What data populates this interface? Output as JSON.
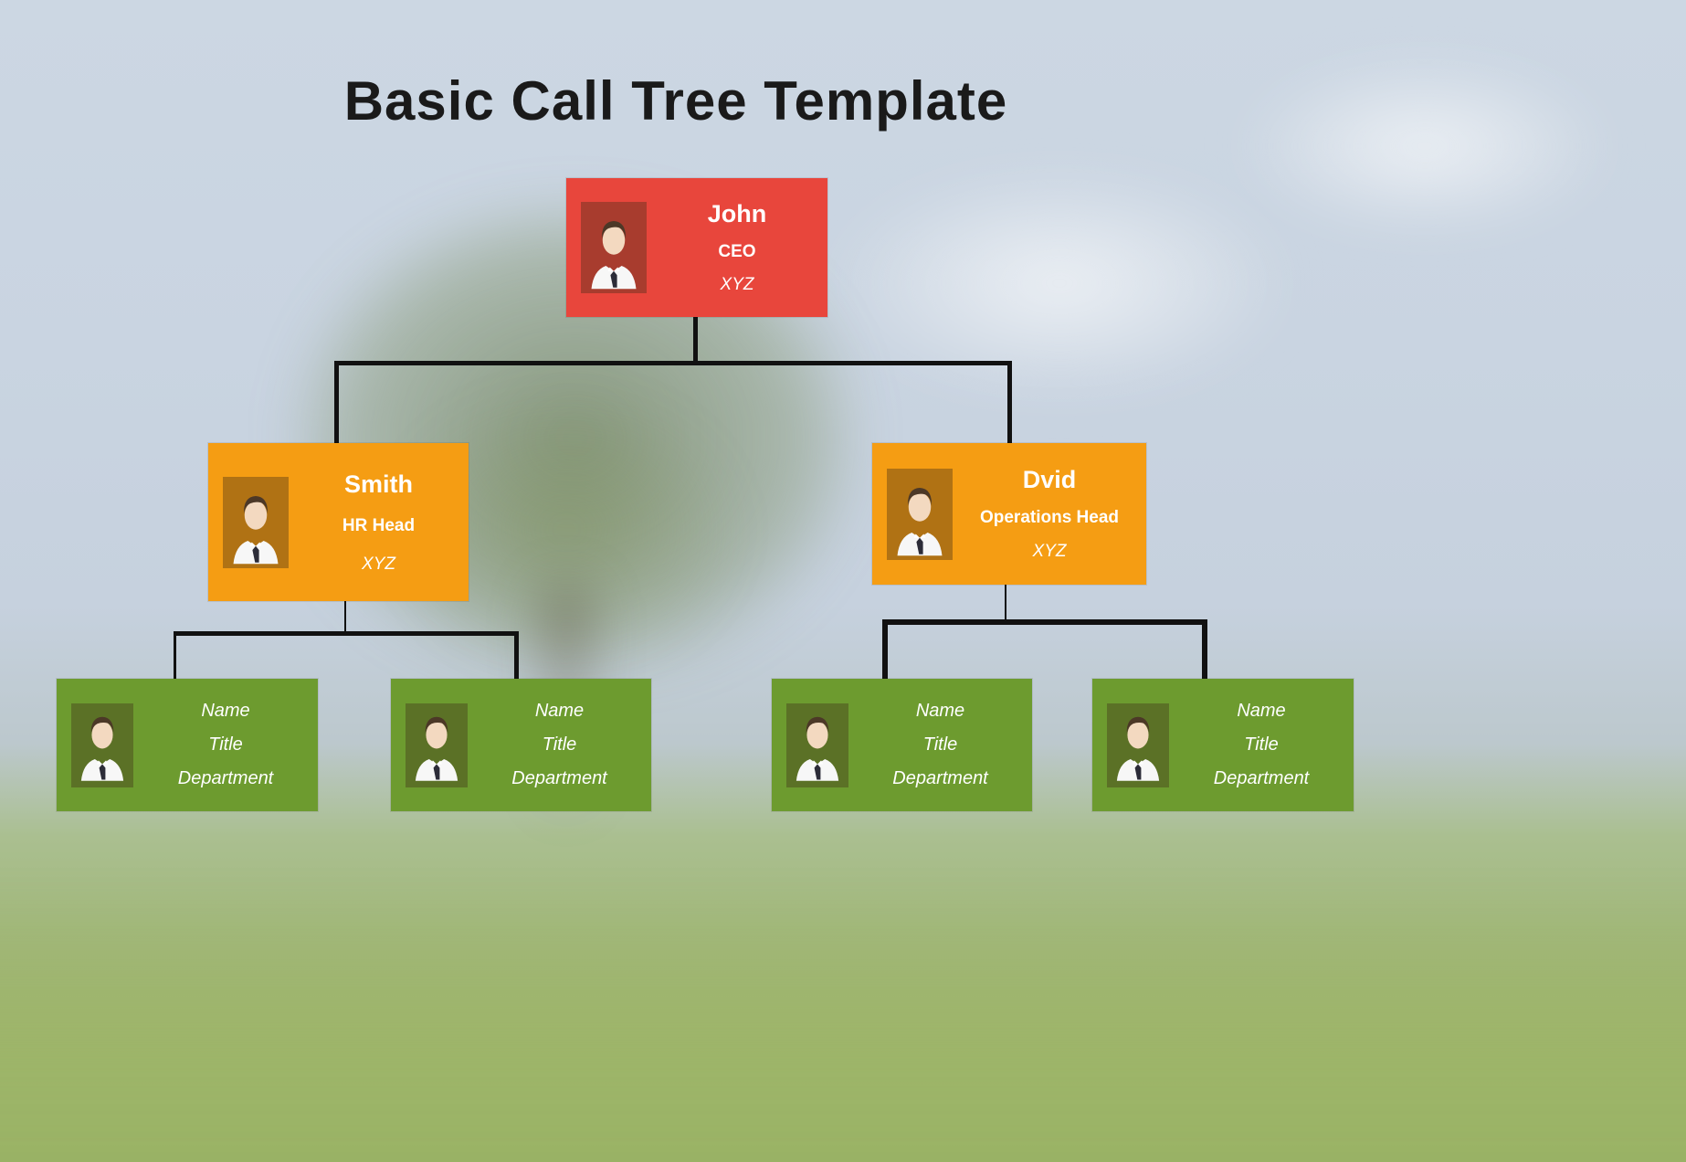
{
  "page": {
    "title": "Basic Call Tree Template"
  },
  "colors": {
    "root_box": "#e8463c",
    "manager_box": "#f59d13",
    "staff_box": "#6d9b2f",
    "connector": "#111111",
    "title_text": "#1a1a1a",
    "box_text": "#ffffff"
  },
  "nodes": {
    "ceo": {
      "name": "John",
      "title": "CEO",
      "dept": "XYZ"
    },
    "hr": {
      "name": "Smith",
      "title": "HR Head",
      "dept": "XYZ"
    },
    "ops": {
      "name": "Dvid",
      "title": "Operations Head",
      "dept": "XYZ"
    },
    "hr_sub1": {
      "name": "Name",
      "title": "Title",
      "dept": "Department"
    },
    "hr_sub2": {
      "name": "Name",
      "title": "Title",
      "dept": "Department"
    },
    "ops_sub1": {
      "name": "Name",
      "title": "Title",
      "dept": "Department"
    },
    "ops_sub2": {
      "name": "Name",
      "title": "Title",
      "dept": "Department"
    }
  },
  "hierarchy": {
    "root": "ceo",
    "children": {
      "ceo": [
        "hr",
        "ops"
      ],
      "hr": [
        "hr_sub1",
        "hr_sub2"
      ],
      "ops": [
        "ops_sub1",
        "ops_sub2"
      ]
    }
  },
  "icons": {
    "avatar": "person-avatar-icon"
  }
}
